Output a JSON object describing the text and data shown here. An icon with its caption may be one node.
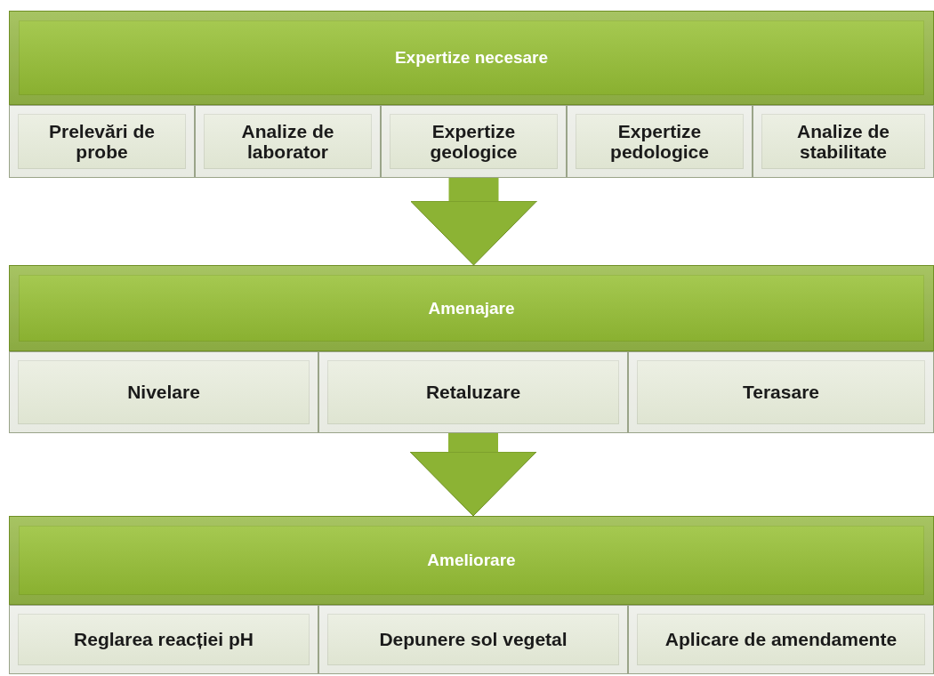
{
  "diagram": {
    "nodes": [
      {
        "text": [
          "Expertize necesare"
        ]
      },
      {
        "text": [
          "Prelevări de probe"
        ]
      },
      {
        "text": [
          "Analize de laborator"
        ]
      },
      {
        "text": [
          "Expertize geologice"
        ]
      },
      {
        "text": [
          "Expertize pedologice"
        ]
      },
      {
        "text": [
          "Analize de stabilitate"
        ]
      },
      {
        "text": [
          "Amenajare"
        ]
      },
      {
        "text": [
          "Nivelare"
        ]
      },
      {
        "text": [
          "Retaluzare"
        ]
      },
      {
        "text": [
          "Terasare"
        ]
      },
      {
        "text": [
          "Ameliorare"
        ]
      },
      {
        "text": [
          "Reglarea reacției pH"
        ]
      },
      {
        "text": [
          "Depunere sol vegetal"
        ]
      },
      {
        "text": [
          "Aplicare de amendamente"
        ]
      }
    ],
    "edges": [
      {
        "from": 3,
        "to": 6,
        "arrow": "to"
      },
      {
        "from": 8,
        "to": 10,
        "arrow": "to"
      }
    ]
  }
}
